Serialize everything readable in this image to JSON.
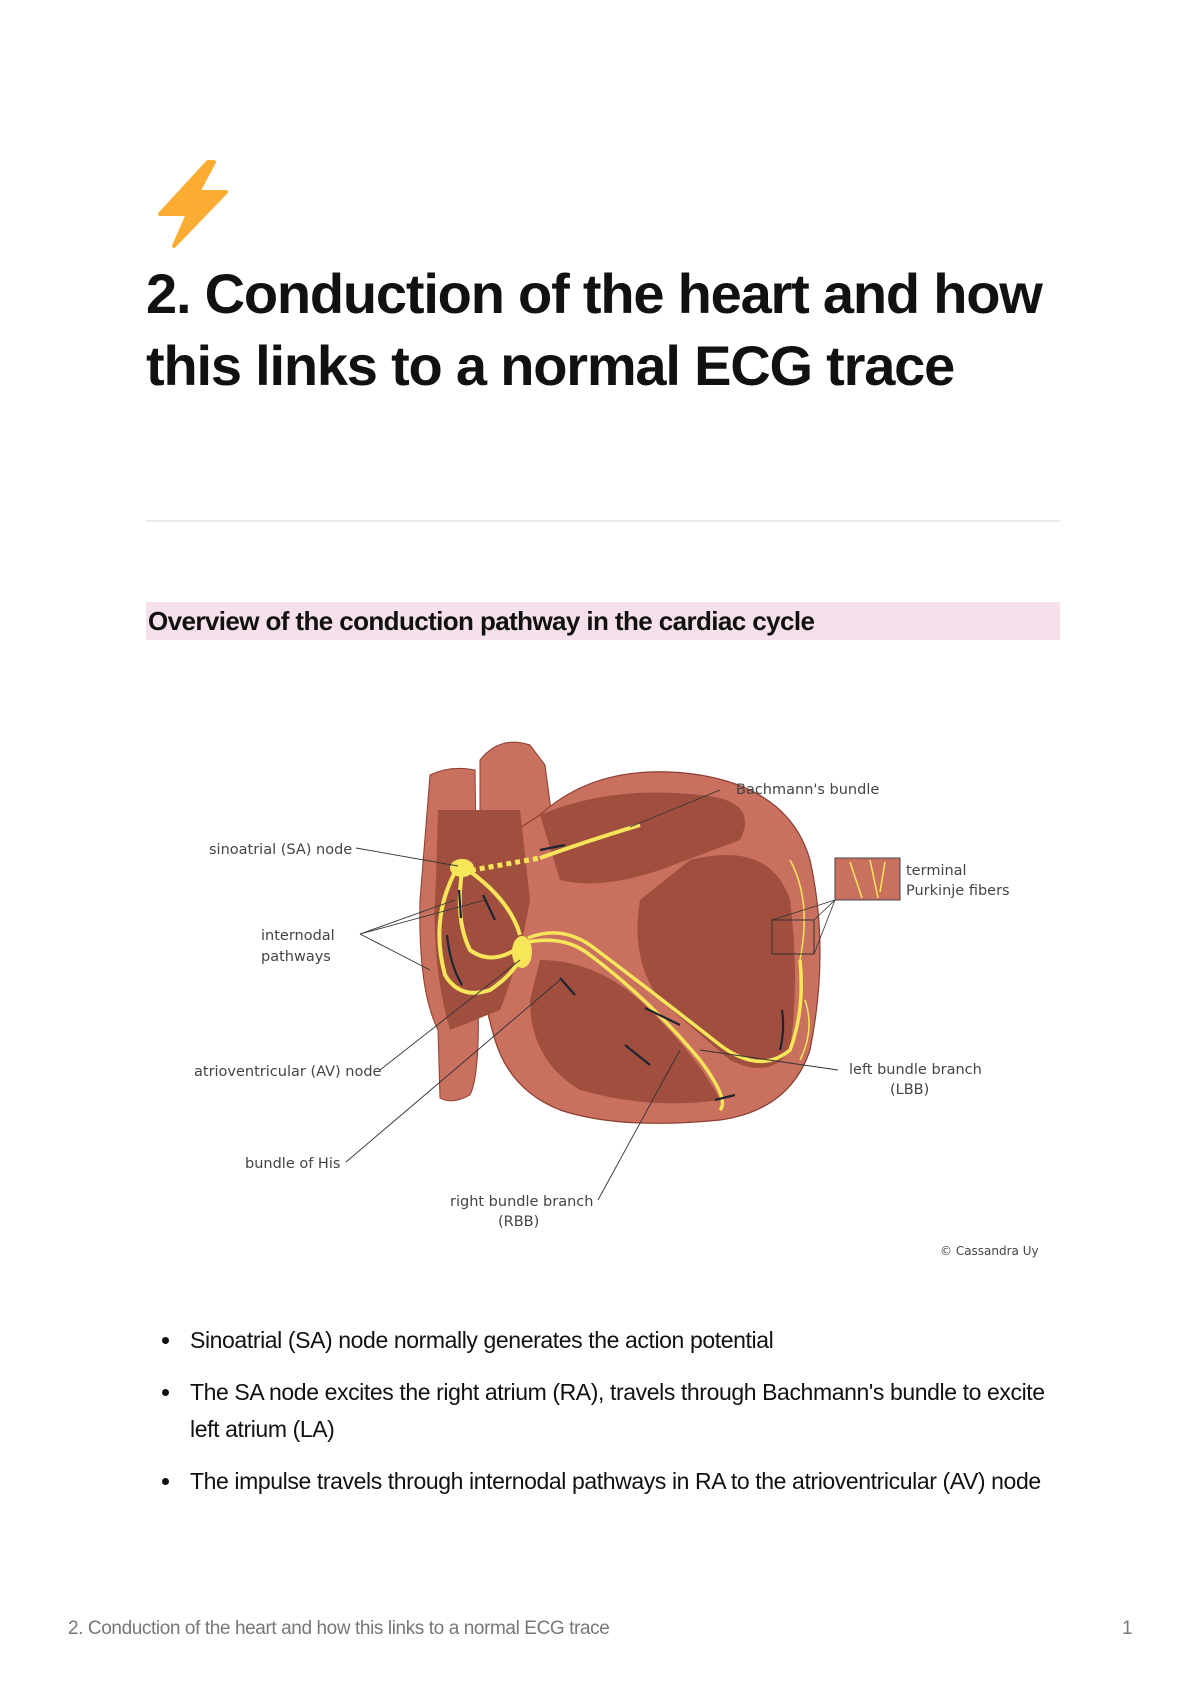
{
  "page": {
    "icon": "lightning-bolt-icon",
    "title": "2. Conduction of the heart and how this links to a normal ECG trace"
  },
  "section": {
    "heading": "Overview of the conduction pathway in the cardiac cycle"
  },
  "figure": {
    "labels": {
      "sa_node": "sinoatrial (SA) node",
      "internodal_1": "internodal",
      "internodal_2": "pathways",
      "av_node": "atrioventricular (AV) node",
      "bundle_his": "bundle of His",
      "rbb_1": "right bundle branch",
      "rbb_2": "(RBB)",
      "bachmann": "Bachmann's bundle",
      "purkinje_1": "terminal",
      "purkinje_2": "Purkinje fibers",
      "lbb_1": "left bundle branch",
      "lbb_2": "(LBB)",
      "credit": "© Cassandra Uy"
    },
    "colors": {
      "muscle_outer": "#c9705f",
      "muscle_inner": "#a04f3f",
      "conduction": "#f7e55a"
    }
  },
  "bullets": [
    "Sinoatrial (SA) node normally generates the action potential",
    "The SA node excites the right atrium (RA), travels through Bachmann's bundle to excite left atrium (LA)",
    "The impulse travels through internodal pathways in RA to the atrioventricular (AV) node"
  ],
  "footer": {
    "title": "2. Conduction of the heart and how this links to a normal ECG trace",
    "page_number": "1"
  }
}
